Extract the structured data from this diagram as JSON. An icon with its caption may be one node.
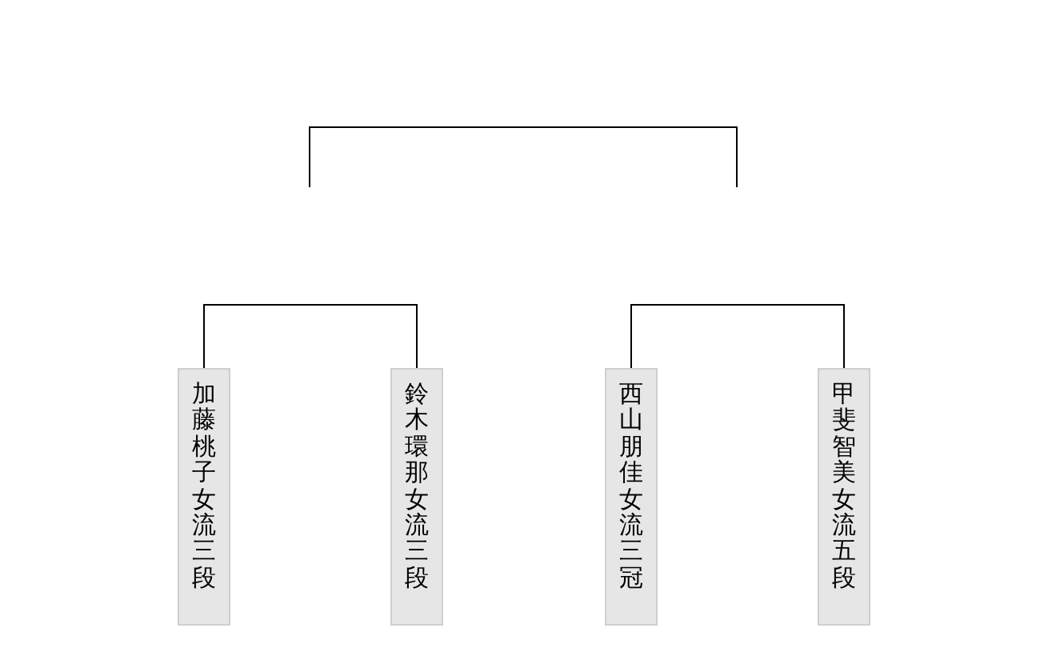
{
  "diagram": {
    "nodes": [
      {
        "text": [
          "加藤桃子女流三段"
        ]
      },
      {
        "text": [
          "鈴木環那女流三段"
        ]
      },
      {
        "text": [
          "西山朋佳女流三冠"
        ]
      },
      {
        "text": [
          "甲斐智美女流五段"
        ]
      }
    ],
    "edges": [
      {
        "from": 0,
        "to": 1,
        "arrow": "none"
      },
      {
        "from": 2,
        "to": 3,
        "arrow": "none"
      }
    ]
  }
}
